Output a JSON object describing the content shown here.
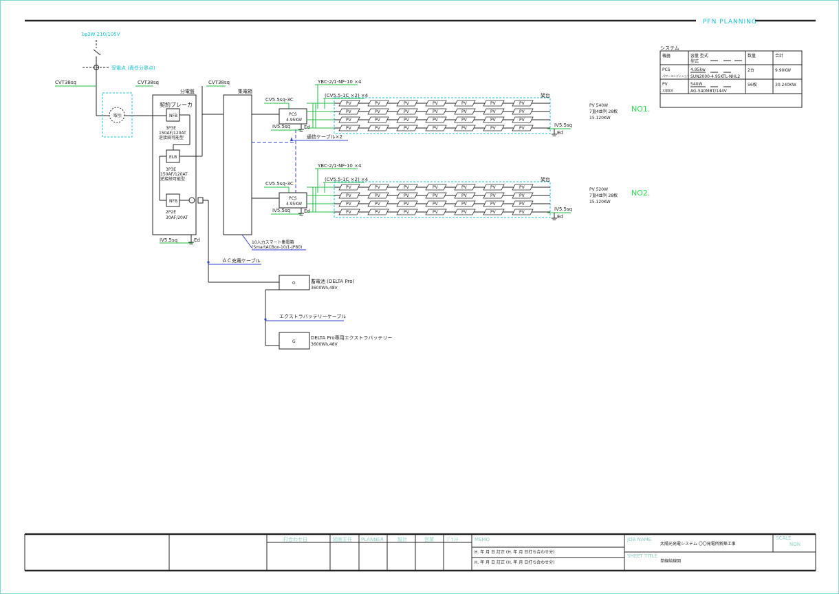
{
  "header": {
    "brand": "PFN PLANNING"
  },
  "source": {
    "supply": "1φ3W  210/105V",
    "demarcation": "受電点 (責任分界点)",
    "meter_label": "取引",
    "cable_in": "CVT38sq",
    "cable_to_panel": "CVT38sq",
    "cable_to_combiner": "CVT38sq"
  },
  "panel": {
    "title": "分電盤",
    "main_breaker_title": "契約ブレーカ",
    "nfb1": {
      "label": "NFB",
      "spec1": "3P3E",
      "spec2": "150AF/120AT",
      "spec3": "逆接続可能型"
    },
    "elb": {
      "label": "ELB",
      "spec1": "3P3E",
      "spec2": "150AF/120AT",
      "spec3": "逆接続可能型"
    },
    "nfb2": {
      "label": "NFB",
      "spec1": "2P2E",
      "spec2": "30AF/20AT"
    },
    "ground_cable": "IV5.5sq",
    "ground": "Ed"
  },
  "combiner": {
    "title": "集電箱",
    "note1": "10入力スマート集電箱",
    "note2": "(SmartACBox-10/1-JP80)"
  },
  "comm_cable": "通信ケーブル×2",
  "ac_charge_cable": "ＡＣ充電ケーブル",
  "extra_battery_cable": "エクストラバッテリーケーブル",
  "systems": [
    {
      "feed_cable": "CV5.5sq-3C",
      "pcs_label": "PCS",
      "pcs_rating": "4.95KW",
      "ground_cable": "IV5.5sq",
      "ground": "Ed",
      "ybc": "YBC-2/1-NF-10  ×4",
      "string_cable": "(CV5.5-1C  ×2)  ×4",
      "rack": "架台",
      "rack_ground_cable": "IV5.5sq",
      "rack_ground": "Ed",
      "pv_info": [
        "PV 540W",
        "7直4並列 28枚",
        "15.120KW"
      ],
      "number": "NO1."
    },
    {
      "feed_cable": "CV5.5sq-3C",
      "pcs_label": "PCS",
      "pcs_rating": "4.95KW",
      "ground_cable": "IV5.5sq",
      "ground": "Ed",
      "ybc": "YBC-2/1-NF-10  ×4",
      "string_cable": "(CV5.5-1C  ×2)  ×4",
      "rack": "架台",
      "rack_ground_cable": "IV5.5sq",
      "rack_ground": "Ed",
      "pv_info": [
        "PV 520W",
        "7直4並列 28枚",
        "15.120KW"
      ],
      "number": "NO2."
    }
  ],
  "pv_module_label": "PV",
  "battery": {
    "symbol": "G",
    "name": "蓄電池 (DELTA Pro)",
    "spec": "3600Wh,48V"
  },
  "extra_battery": {
    "symbol": "G",
    "name": "DELTA Pro専用エクストラバッテリー",
    "spec": "3600Wh,48V"
  },
  "system_table": {
    "title": "システム",
    "headers": [
      "機器",
      "容量\n型式",
      "数量",
      "合計"
    ],
    "rows": [
      {
        "device": "PCS",
        "sub": "パワーコンディショナ",
        "capacity": "4.95kw",
        "model": "SUN2000-4.95KTL-NHL2",
        "qty": "2台",
        "total": "9.90KW"
      },
      {
        "device": "PV",
        "sub": "太陽電池",
        "capacity": "540W",
        "model": "AG-540MBT/144V",
        "qty": "56枚",
        "total": "30.240KW"
      }
    ]
  },
  "title_block": {
    "headers": [
      "打合わせ日",
      "図面主任",
      "PLANNER",
      "設計",
      "営業",
      "ﾌﾞﾗﾝﾁ"
    ],
    "memo_label": "MEMO",
    "memo_rows": [
      "H.    年    月    日          訂正 (H.    年    月    日打ち合わせ分)",
      "H.    年    月    日          訂正 (H.    年    月    日打ち合わせ分)"
    ],
    "job_name_label": "JOB NAME",
    "job_name": "太陽光発電システム  〇〇発電所新築工事",
    "sheet_title_label": "SHEET TITLE",
    "sheet_title": "単線結線図",
    "scale_label": "SCALE",
    "scale": "NON"
  },
  "colors": {
    "line": "#222222",
    "cyan": "#19c3d6",
    "green": "#2ddc4f",
    "blue": "#3344cc",
    "tb_label": "#8fd1c4"
  }
}
